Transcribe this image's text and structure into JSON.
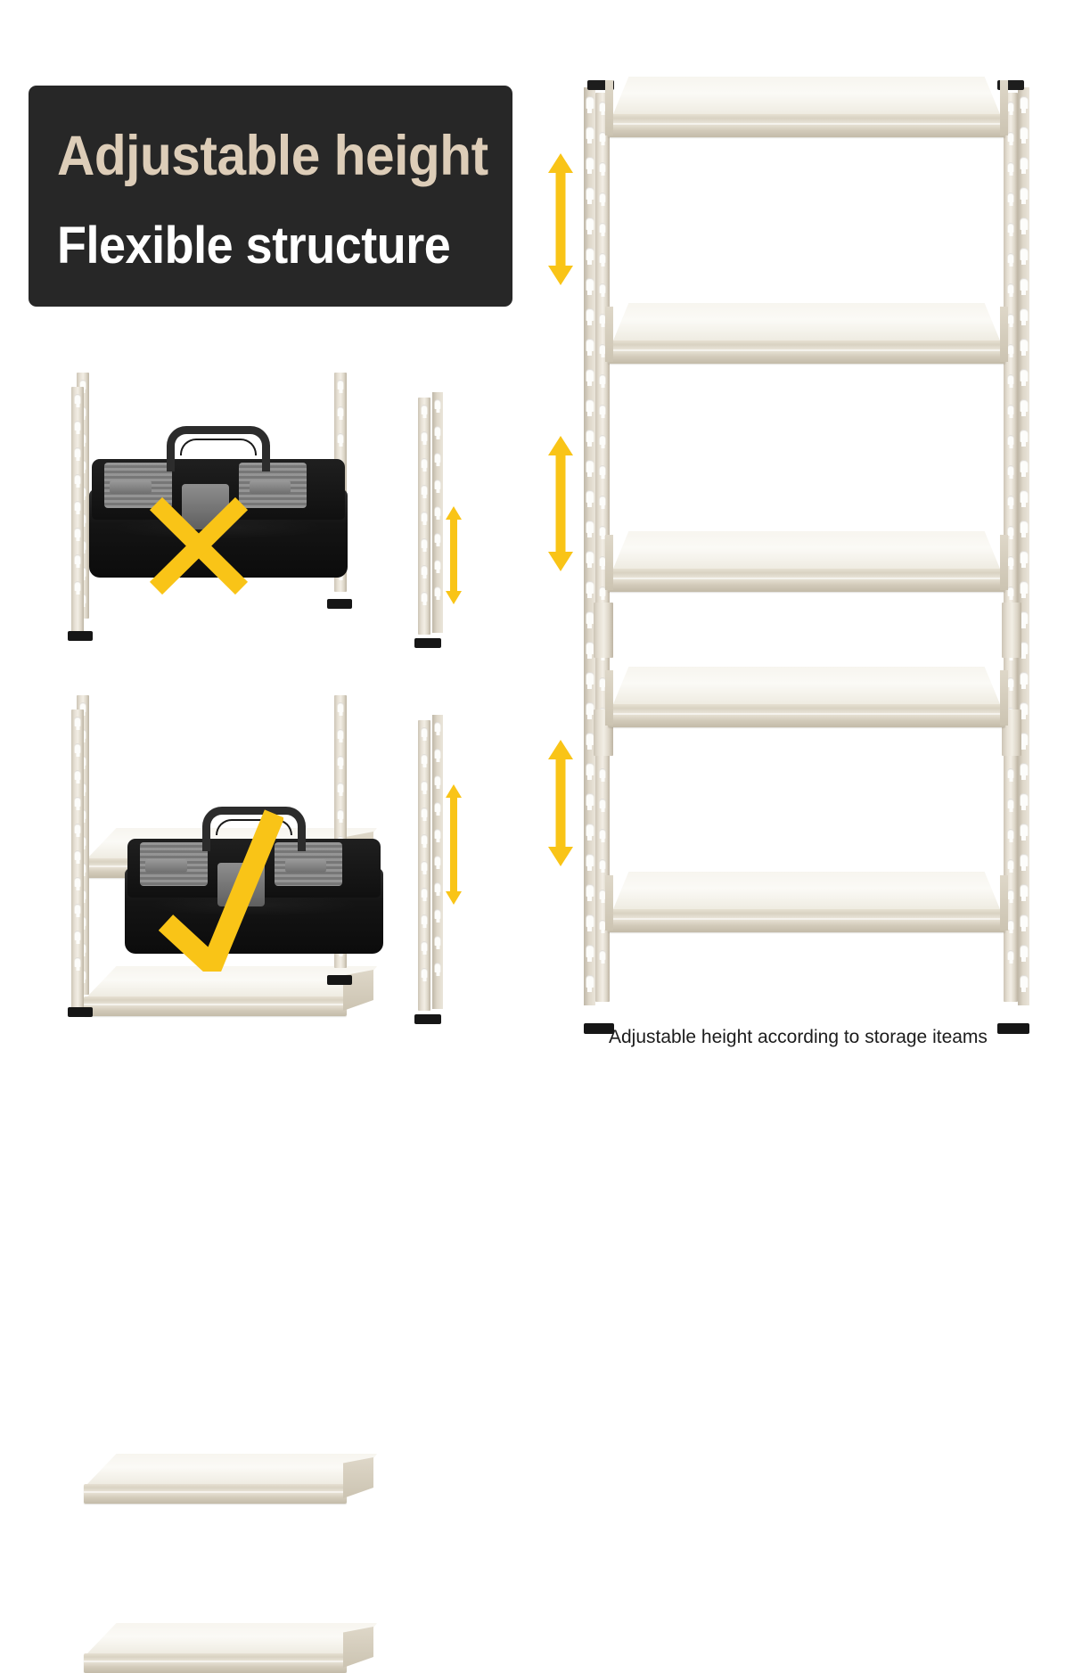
{
  "banner": {
    "line1": "Adjustable height",
    "line2": "Flexible structure",
    "bg_color": "#272727",
    "line1_color": "#ddcdb8",
    "line2_color": "#ffffff"
  },
  "caption": {
    "text": "Adjustable height according to storage iteams"
  },
  "colors": {
    "accent_yellow": "#f9c417",
    "shelf_beige": "#ddd6c8",
    "shelf_deck": "#f7f5ef",
    "toolbox_black": "#141414",
    "toolbox_gray": "#8e8e8e",
    "foot_black": "#161616"
  },
  "main_rack": {
    "name": "5-tier adjustable steel shelving unit",
    "shelf_count": 5,
    "post_slot_type": "keyhole",
    "foot_caps": 2,
    "top_caps": 2,
    "arrows": [
      {
        "label": "adjustable-gap-top"
      },
      {
        "label": "adjustable-gap-middle"
      },
      {
        "label": "adjustable-gap-bottom"
      }
    ]
  },
  "demo_wrong": {
    "name": "shelf spacing too small for toolbox",
    "marker": "cross",
    "marker_meaning": "incorrect",
    "shelf_count": 2,
    "item": "black plastic toolbox"
  },
  "demo_right": {
    "name": "shelf spacing adjusted to fit toolbox",
    "marker": "check",
    "marker_meaning": "correct",
    "shelf_count": 2,
    "item": "black plastic toolbox"
  }
}
